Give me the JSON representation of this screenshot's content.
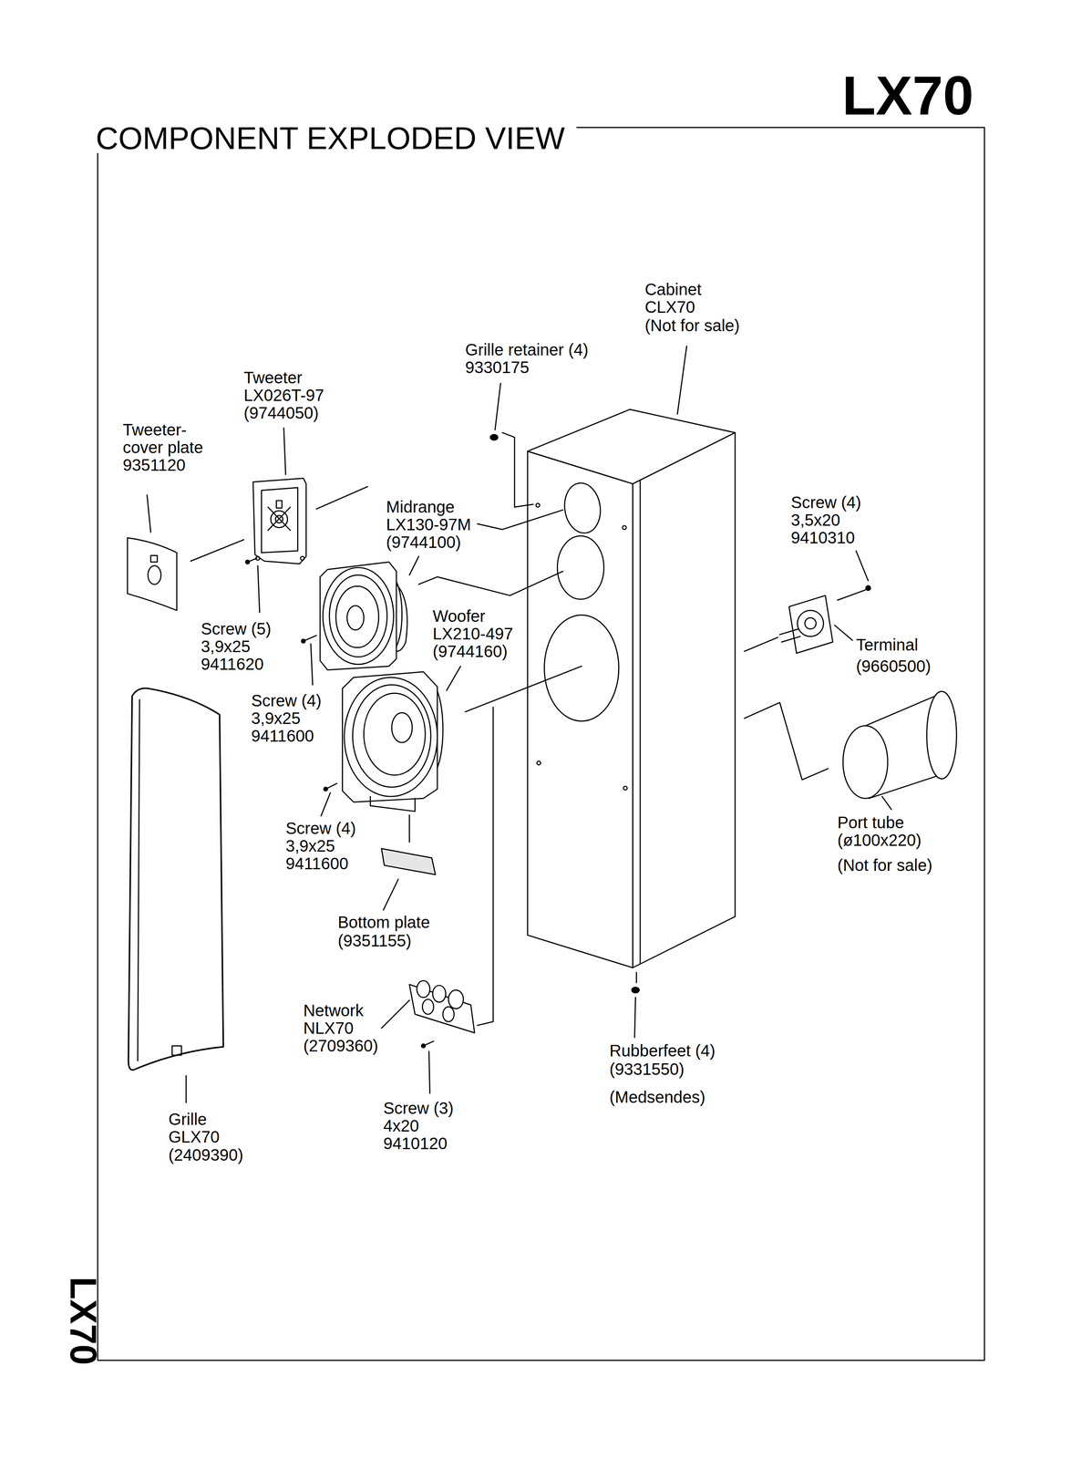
{
  "diagram": {
    "title": "COMPONENT EXPLODED VIEW",
    "labels": [
      "LX70",
      "Cabinet",
      "CLX70",
      "(Not for sale)",
      "Grille retainer (4)",
      "9330175",
      "Tweeter",
      "LX026T-97",
      "(9744050)",
      "Tweeter-",
      "cover plate",
      "9351120",
      "Midrange",
      "LX130-97M",
      "(9744100)",
      "Screw (4)",
      "3,5x20",
      "9410310",
      "Woofer",
      "LX210-497",
      "(9744160)",
      "Screw (5)",
      "3,9x25",
      "9411620",
      "Terminal",
      "(9660500)",
      "Screw (4)",
      "3,9x25",
      "9411600",
      "Screw (4)",
      "3,9x25",
      "9411600",
      "Port tube",
      "(ø100x220)",
      "(Not for sale)",
      "Bottom plate",
      "(9351155)",
      "Network",
      "NLX70",
      "(2709360)",
      "Rubberfeet (4)",
      "(9331550)",
      "(Medsendes)",
      "Screw (3)",
      "4x20",
      "9410120",
      "Grille",
      "GLX70",
      "(2409390)",
      "LX70"
    ]
  }
}
